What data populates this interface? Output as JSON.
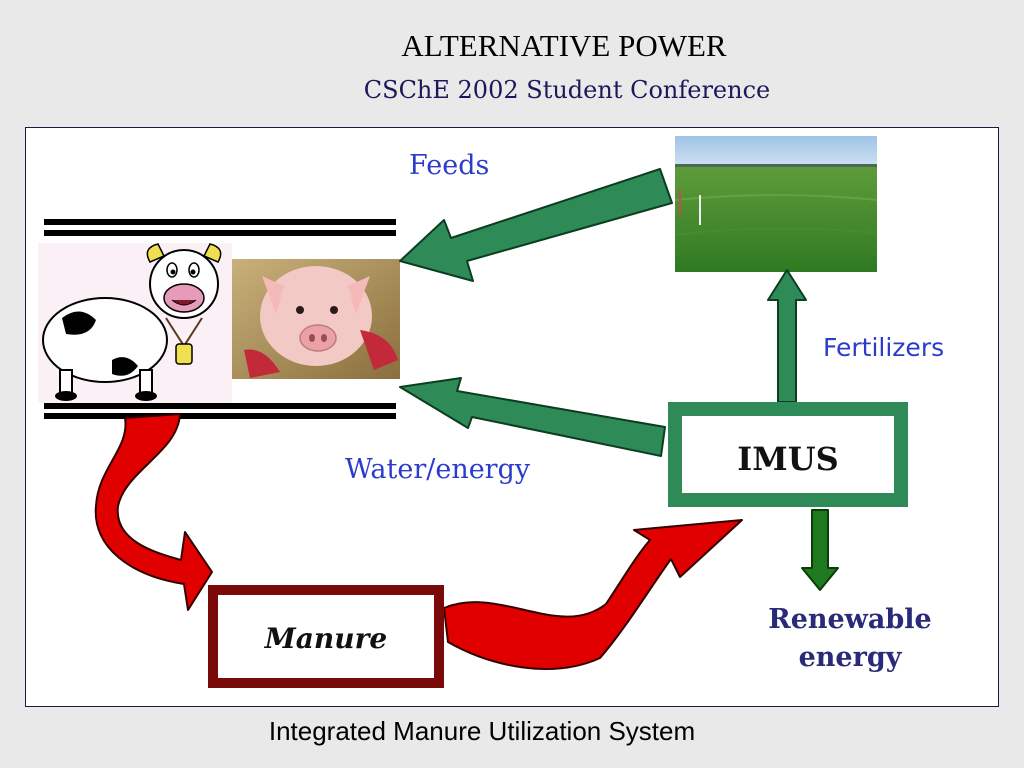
{
  "slide": {
    "title": "ALTERNATIVE  POWER",
    "subtitle": "CSChE 2002 Student Conference",
    "caption": "Integrated Manure Utilization System"
  },
  "diagram": {
    "labels": {
      "feeds": "Feeds",
      "fertilizers": "Fertilizers",
      "water_energy": "Water/energy",
      "renewable_line1": "Renewable",
      "renewable_line2": "energy"
    },
    "nodes": {
      "imus": "IMUS",
      "manure": "Manure"
    },
    "colors": {
      "green_arrow": "#2e8b57",
      "dark_green_arrow": "#1f7a1f",
      "red_arrow": "#e00000",
      "imus_border": "#2e8b57",
      "manure_border": "#7a0a0a",
      "label_blue": "#2b3ccc",
      "label_navy": "#2a2a7a"
    }
  }
}
